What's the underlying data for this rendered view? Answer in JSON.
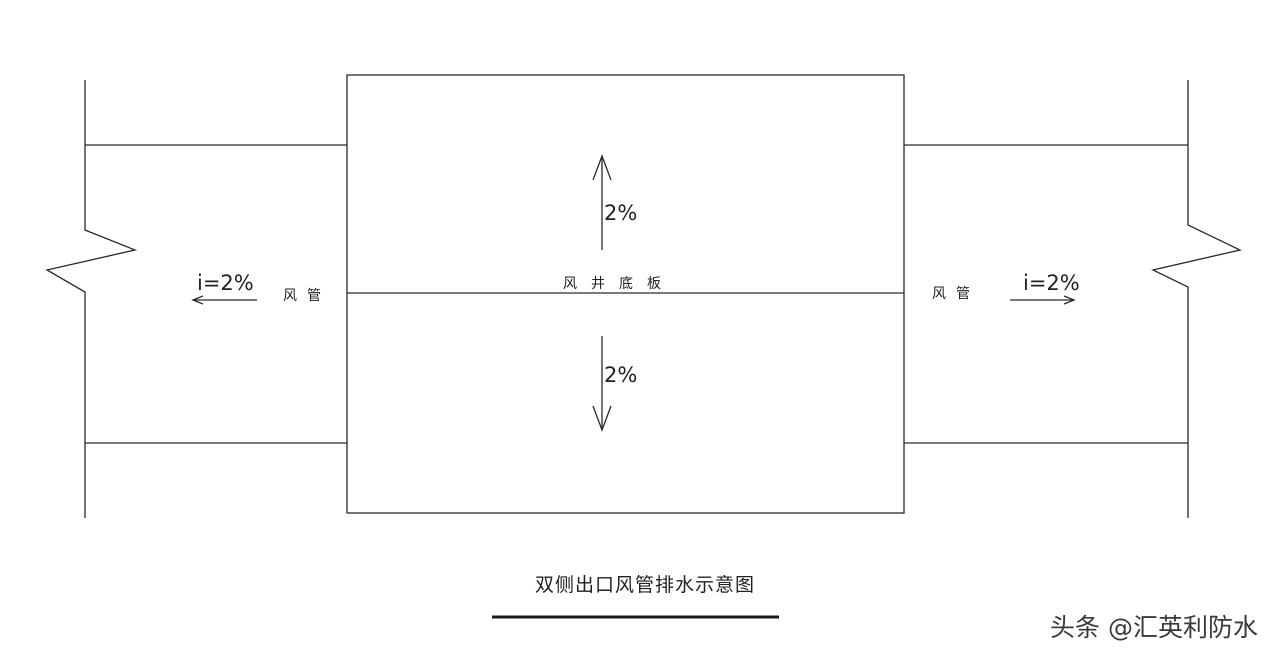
{
  "diagram": {
    "title": "双侧出口风管排水示意图",
    "shaft_label": "风井底板",
    "duct_left_label": "风管",
    "duct_right_label": "风管",
    "slope_left": "i=2%",
    "slope_right": "i=2%",
    "slope_up": "2%",
    "slope_down": "2%"
  },
  "watermark": {
    "text": "头条 @汇英利防水"
  },
  "colors": {
    "line": "#2a2a2a",
    "background": "#ffffff"
  }
}
